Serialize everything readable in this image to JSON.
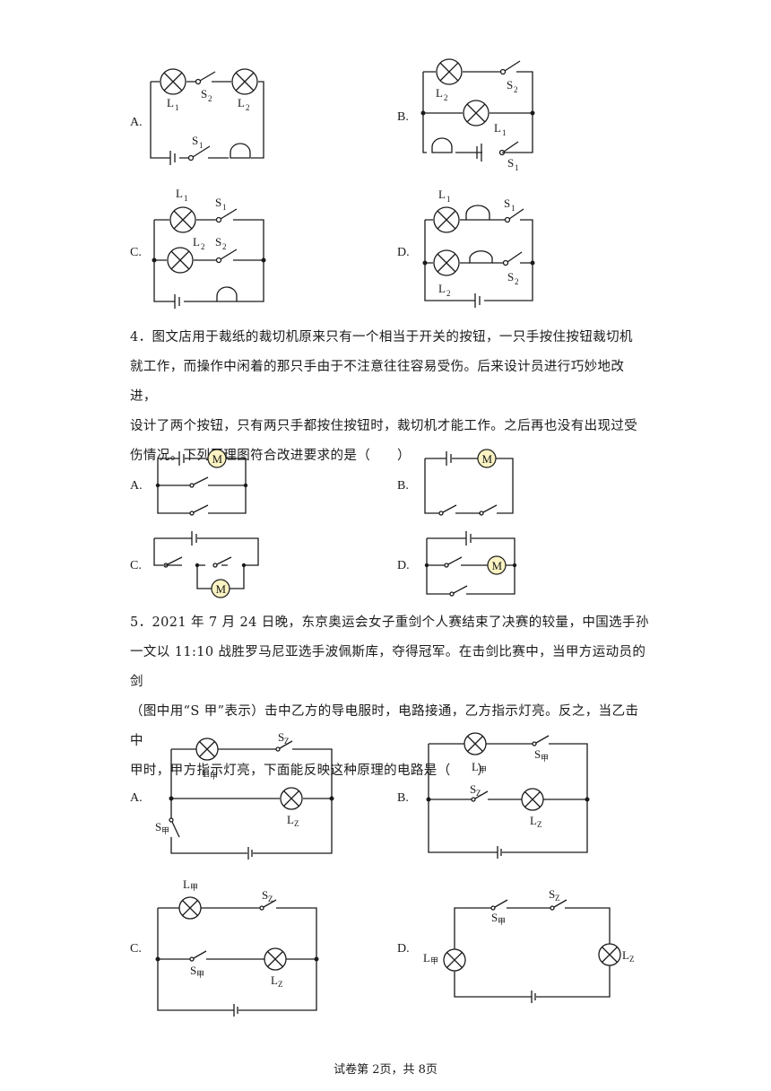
{
  "q3": {
    "options": {
      "a": "A.",
      "b": "B.",
      "c": "C.",
      "d": "D."
    },
    "labels": {
      "l": "L",
      "s": "S",
      "sub1": "1",
      "sub2": "2"
    }
  },
  "q4": {
    "text_lines": [
      "4．图文店用于裁纸的裁切机原来只有一个相当于开关的按钮，一只手按住按钮裁切机",
      "就工作，而操作中闲着的那只手由于不注意往往容易受伤。后来设计员进行巧妙地改进，",
      "设计了两个按钮，只有两只手都按住按钮时，裁切机才能工作。之后再也没有出现过受",
      "伤情况。下列原理图符合改进要求的是（　　）"
    ],
    "options": {
      "a": "A.",
      "b": "B.",
      "c": "C.",
      "d": "D."
    },
    "motor": "M"
  },
  "q5": {
    "text_lines": [
      "5．2021 年 7 月 24 日晚，东京奥运会女子重剑个人赛结束了决赛的较量，中国选手孙",
      "一文以 11:10 战胜罗马尼亚选手波佩斯库，夺得冠军。在击剑比赛中，当甲方运动员的剑",
      "（图中用“S 甲”表示）击中乙方的导电服时，电路接通，乙方指示灯亮。反之，当乙击中",
      "甲时，甲方指示灯亮，下面能反映这种原理的电路是（　　）"
    ],
    "options": {
      "a": "A.",
      "b": "B.",
      "c": "C.",
      "d": "D."
    },
    "labels": {
      "l": "L",
      "s": "S",
      "jia": "甲",
      "yi": "Z"
    }
  },
  "footer": "试卷第 2页，共 8页"
}
